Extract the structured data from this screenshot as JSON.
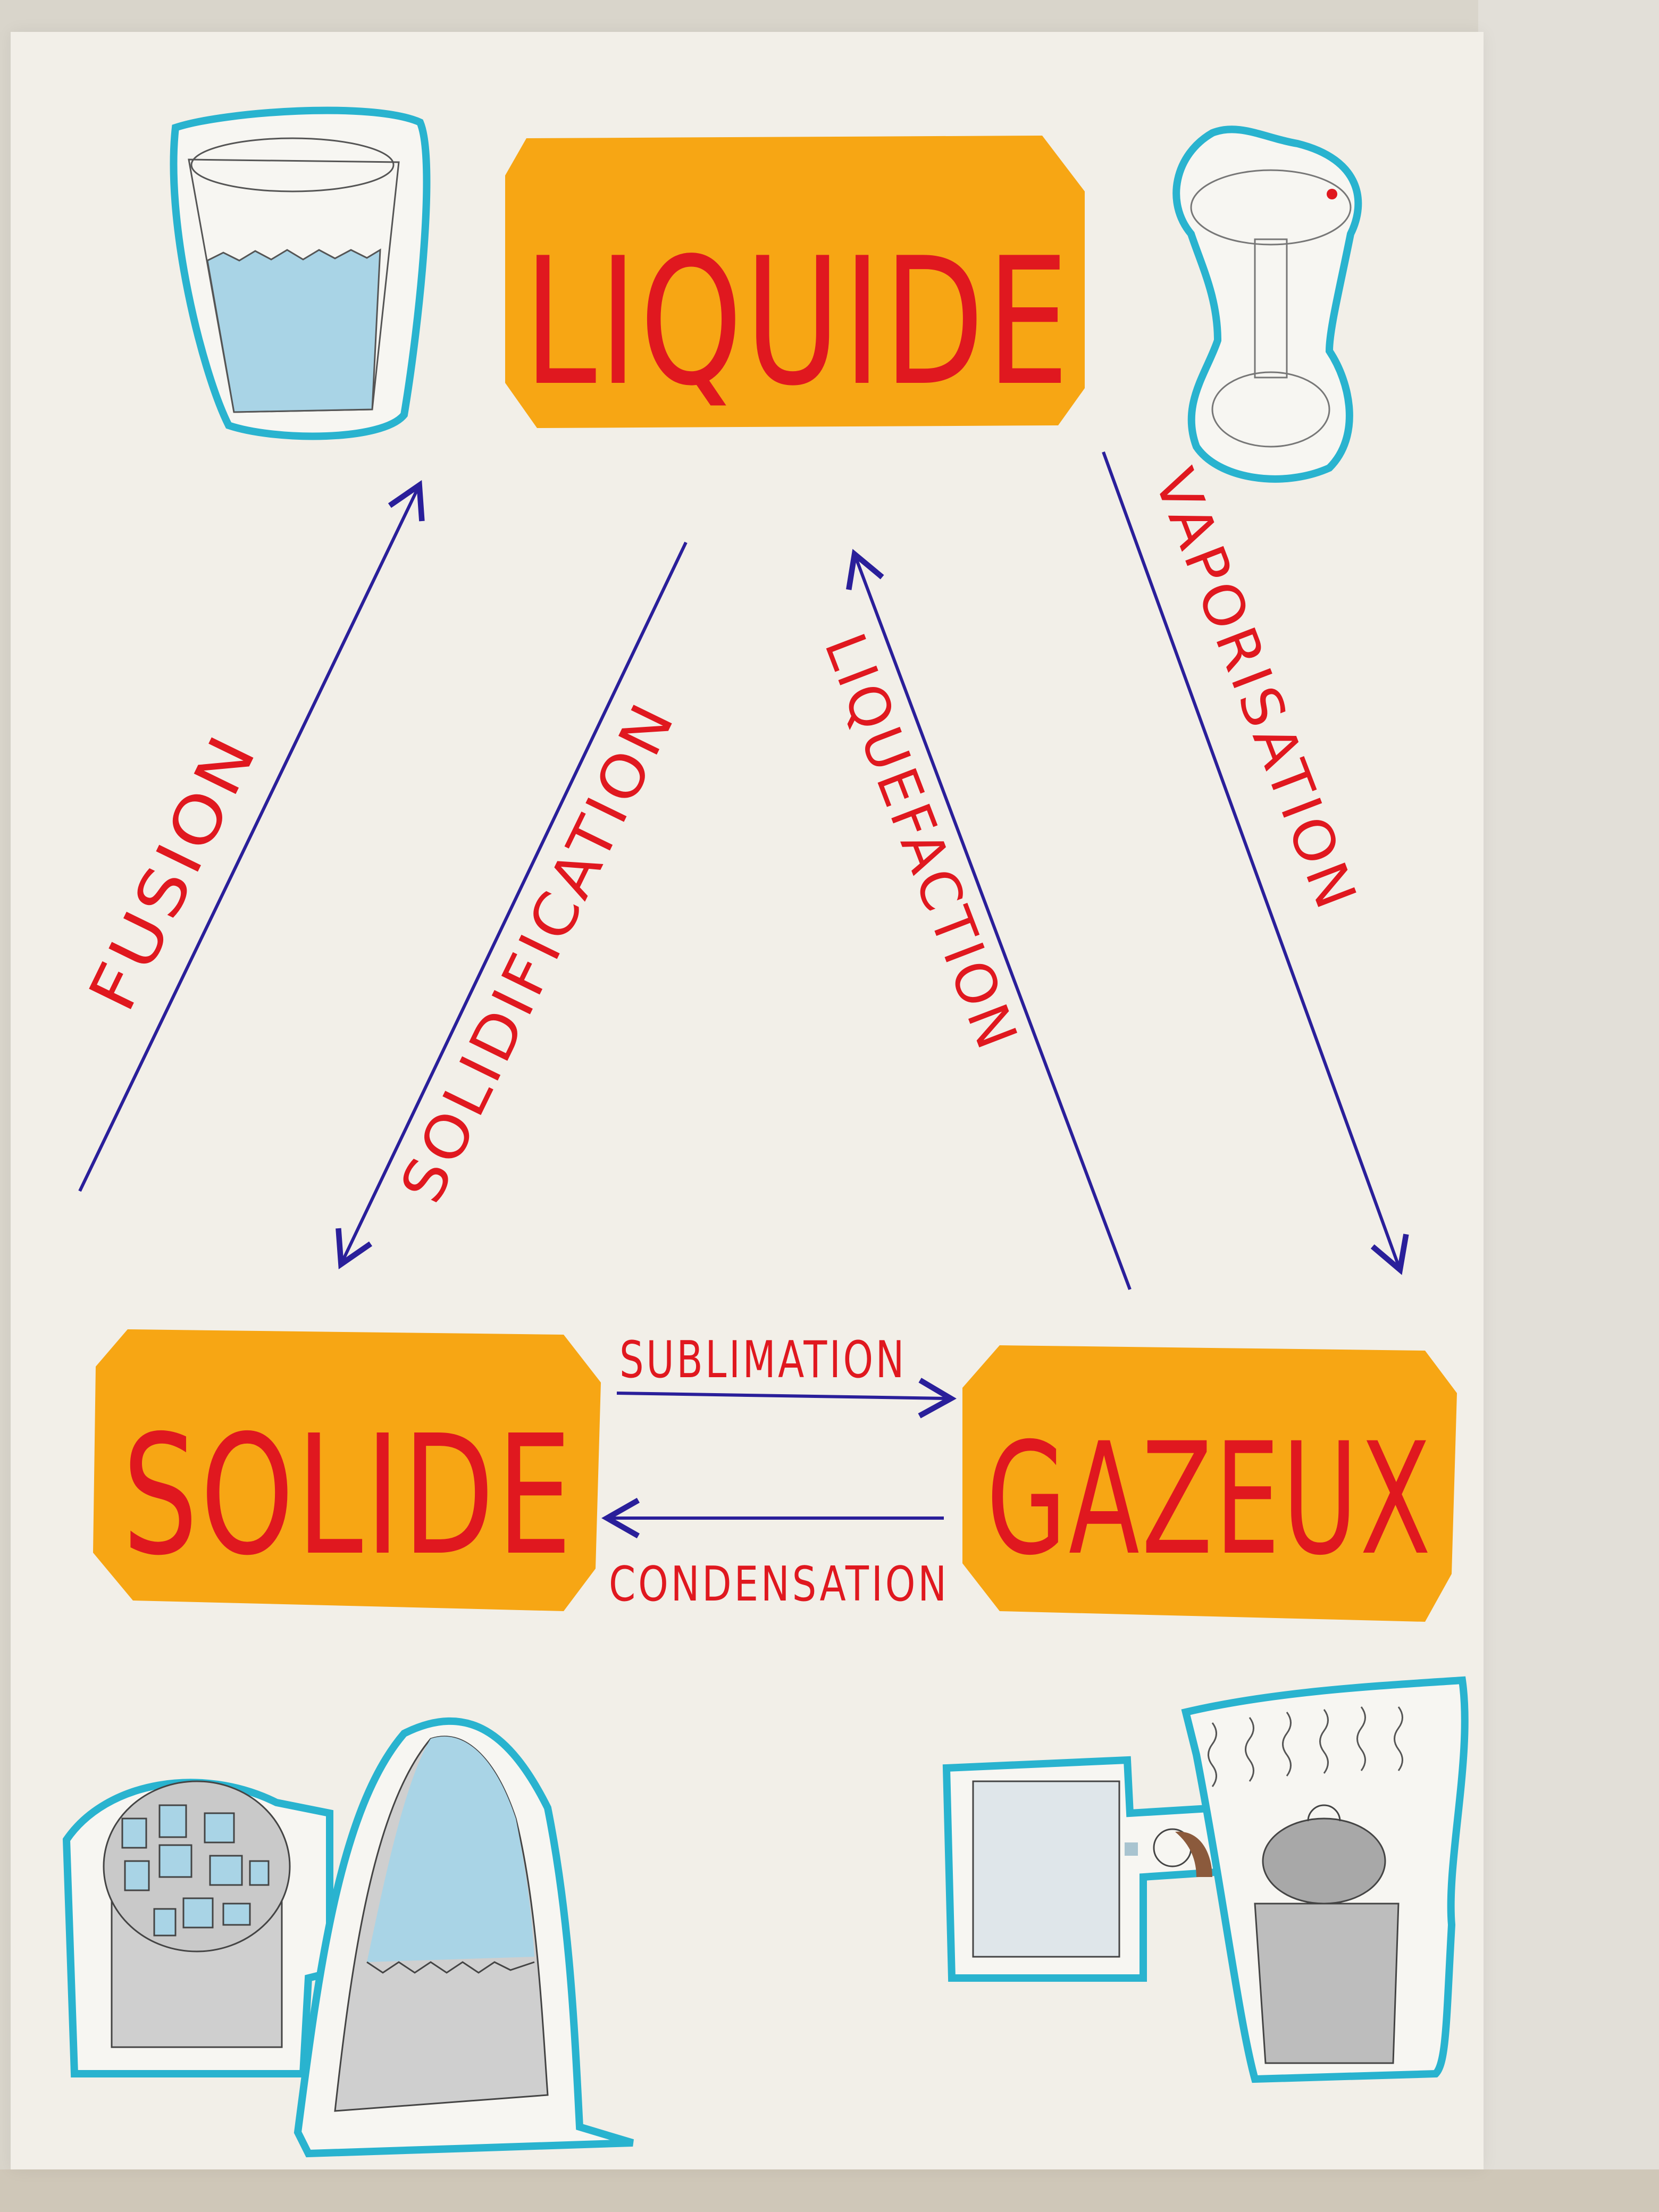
{
  "poster": {
    "title_states": {
      "liquid": "LIQUIDE",
      "solid": "SOLIDE",
      "gas": "GAZEUX"
    },
    "transitions": {
      "fusion": "FUSION",
      "solidification": "SOLIDIFICATION",
      "liquefaction": "LIQUEFACTION",
      "vaporisation": "VAPORISATION",
      "sublimation": "SUBLIMATION",
      "condensation": "CONDENSATION"
    },
    "illustrations": {
      "top_left": "glass-of-water",
      "top_right": "bathroom-sink",
      "bottom_left_1": "bucket-of-ice-cubes",
      "bottom_left_2": "snowy-mountain",
      "bottom_right_1": "mirror-with-person-breathing",
      "bottom_right_2": "steaming-pot"
    },
    "colors": {
      "label_card": "#f7a614",
      "label_text": "#e0181f",
      "arrow": "#2a1f9a",
      "outline": "#29b3cf",
      "paper": "#f2efe8"
    }
  }
}
